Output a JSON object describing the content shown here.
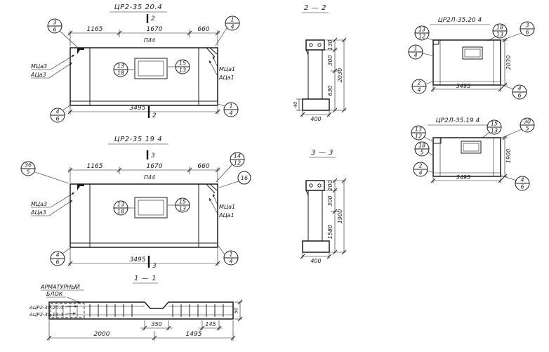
{
  "sheet": {
    "bg": "#ffffff",
    "ink": "#1b1b1b"
  },
  "elev_tl": {
    "title": "ЦР2-35 20.4",
    "cut": "2",
    "d1": "1165",
    "d2": "1670",
    "d3": "660",
    "d4": "3495",
    "opening": "П44",
    "co1t": "3",
    "co1b": "6",
    "co2t": "1",
    "co2b": "4",
    "co3t": "13",
    "co3b": "18",
    "co4t": "15",
    "co4b": "13",
    "co5t": "4",
    "co5b": "6",
    "co6t": "1",
    "co6b": "4",
    "ml1": "МЦа3",
    "ml2": "АЦа3",
    "mr1": "МЦа1",
    "mr2": "АЦа1"
  },
  "elev_ml": {
    "title": "ЦР2-35 19 4",
    "cut": "3",
    "d1": "1165",
    "d2": "1670",
    "d3": "660",
    "d4": "3495",
    "opening": "П44",
    "co1t": "36",
    "co1b": "5",
    "co2t": "14",
    "co2b": "12",
    "co3t": "13",
    "co3b": "18",
    "co4t": "15",
    "co4b": "13",
    "co5t": "4",
    "co5b": "6",
    "co6t": "1",
    "co6b": "4",
    "co7": "16",
    "ml1": "МЦа3",
    "ml2": "АЦа3",
    "mr1": "МЦа1",
    "mr2": "АЦа1"
  },
  "sec22": {
    "title": "2 — 2",
    "d1": "130",
    "d2": "300",
    "d3": "630",
    "d4": "40",
    "d5": "400",
    "d6": "2030"
  },
  "sec33": {
    "title": "3 — 3",
    "d1": "200",
    "d2": "300",
    "d3": "1580",
    "d4": "400",
    "d5": "1900"
  },
  "elev_tr": {
    "title": "ЦР2Л-35.20 4",
    "d_len": "3495",
    "d_h": "2030",
    "co1t": "13",
    "co1b": "12",
    "co2t": "18",
    "co2b": "13",
    "co3t": "3",
    "co3b": "6",
    "co4t": "1",
    "co4b": "4",
    "co5t": "2",
    "co5b": "4",
    "co6t": "4",
    "co6b": "6"
  },
  "elev_mr": {
    "title": "ЦР2Л-35.19 4",
    "d_len": "3495",
    "d_h": "1900",
    "co1t": "15",
    "co1b": "13",
    "co2t": "30",
    "co2b": "5",
    "co3t": "13",
    "co3b": "12",
    "co4t": "18",
    "co4b": "5",
    "co5t": "2",
    "co5b": "4",
    "co6t": "4",
    "co6b": "6"
  },
  "sec11": {
    "title": "1 — 1",
    "note1": "АРМАТУРНЫЙ",
    "note2": "БЛОК",
    "ref1": "АЦР2-35.20.4",
    "ref2": "АЦР2-35.19.4",
    "d1": "350",
    "d2": "145",
    "d3": "2000",
    "d4": "1495",
    "d5": "50"
  }
}
